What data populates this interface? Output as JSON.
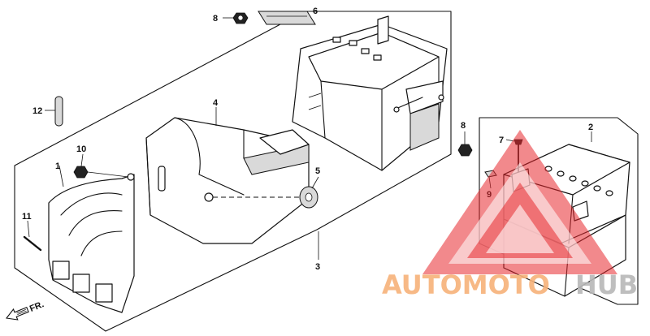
{
  "callouts": {
    "c1": "1",
    "c2": "2",
    "c3": "3",
    "c4": "4",
    "c5": "5",
    "c6": "6",
    "c7": "7",
    "c8a": "8",
    "c8b": "8",
    "c9": "9",
    "c10": "10",
    "c11": "11",
    "c12": "12"
  },
  "direction": {
    "label": "FR."
  },
  "watermark": {
    "part1": "AUTOMOTO",
    "part2": "HUB",
    "color_primary": "#f7b27a",
    "color_secondary": "#b8b8b8",
    "triangle_color": "#e8282d"
  }
}
